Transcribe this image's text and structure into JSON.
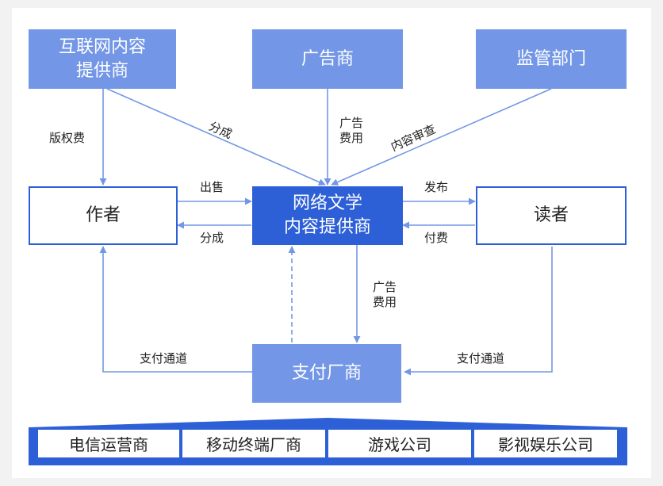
{
  "nodes": {
    "internet_provider": "互联网内容\n提供商",
    "advertiser": "广告商",
    "regulator": "监管部门",
    "author": "作者",
    "platform": "网络文学\n内容提供商",
    "reader": "读者",
    "payment": "支付厂商"
  },
  "edges": {
    "copyright_fee": "版权费",
    "revenue_share_top": "分成",
    "ad_fee_top": "广告\n费用",
    "content_review": "内容审查",
    "sell": "出售",
    "revenue_share_author": "分成",
    "publish": "发布",
    "pay": "付费",
    "ad_fee_bottom": "广告\n费用",
    "payment_channel_left": "支付通道",
    "payment_channel_right": "支付通道"
  },
  "bottom_bar": [
    "电信运营商",
    "移动终端厂商",
    "游戏公司",
    "影视娱乐公司"
  ],
  "colors": {
    "light_box": "#7397e6",
    "dark_box": "#2d5fd6",
    "arrow": "#7397e6"
  }
}
